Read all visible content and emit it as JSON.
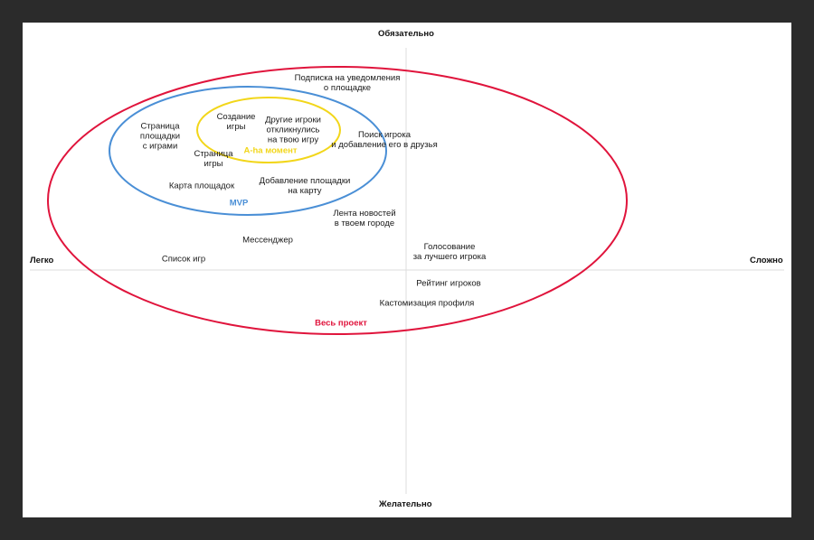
{
  "axes": {
    "top": "Обязательно",
    "bottom": "Желательно",
    "left": "Легко",
    "right": "Сложно"
  },
  "groups": {
    "project": {
      "label": "Весь проект",
      "color": "#e0143c"
    },
    "mvp": {
      "label": "MVP",
      "color": "#4a8fd6"
    },
    "aha": {
      "label": "A-ha момент",
      "color": "#f2d61a"
    }
  },
  "features": [
    {
      "id": "subscribe",
      "text": "Подписка на уведомления\nо площадке"
    },
    {
      "id": "venue-page",
      "text": "Страница\nплощадки\nс играми"
    },
    {
      "id": "create-game",
      "text": "Создание\nигры"
    },
    {
      "id": "players-responded",
      "text": "Другие игроки\nоткликнулись\nна твою игру"
    },
    {
      "id": "find-player",
      "text": "Поиск игрока\nи добавление его в друзья"
    },
    {
      "id": "game-page",
      "text": "Страница\nигры"
    },
    {
      "id": "venue-map",
      "text": "Карта площадок"
    },
    {
      "id": "add-venue",
      "text": "Добавление площадки\nна карту"
    },
    {
      "id": "news-feed",
      "text": "Лента новостей\nв твоем городе"
    },
    {
      "id": "messenger",
      "text": "Мессенджер"
    },
    {
      "id": "game-list",
      "text": "Список игр"
    },
    {
      "id": "vote-best",
      "text": "Голосование\nза лучшего игрока"
    },
    {
      "id": "player-rating",
      "text": "Рейтинг игроков"
    },
    {
      "id": "profile-custom",
      "text": "Кастомизация профиля"
    }
  ]
}
